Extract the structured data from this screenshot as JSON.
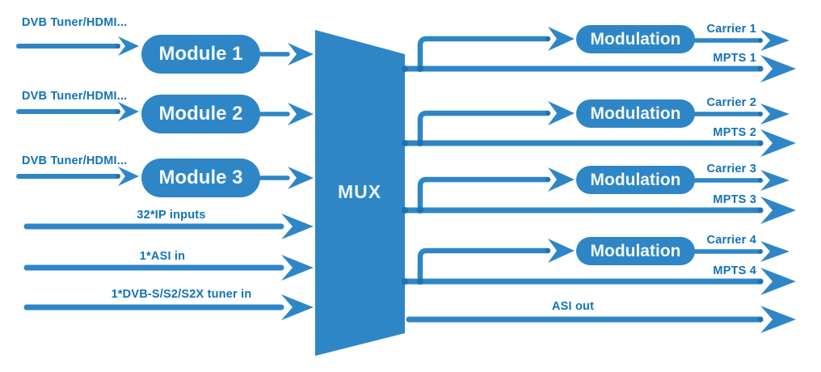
{
  "colors": {
    "primary": "#2e86c6",
    "junction": "#2171b1",
    "label_text": "#1172b9",
    "pill_text": "#f2f8fd"
  },
  "inputs": {
    "module_rows": [
      {
        "label": "DVB Tuner/HDMI...",
        "module": "Module 1"
      },
      {
        "label": "DVB Tuner/HDMI...",
        "module": "Module 2"
      },
      {
        "label": "DVB Tuner/HDMI...",
        "module": "Module 3"
      }
    ],
    "direct_rows": [
      {
        "label": "32*IP inputs"
      },
      {
        "label": "1*ASI in"
      },
      {
        "label": "1*DVB-S/S2/S2X tuner in"
      }
    ]
  },
  "mux": {
    "label": "MUX"
  },
  "outputs": {
    "modulation_rows": [
      {
        "block": "Modulation",
        "carrier": "Carrier 1",
        "mpts": "MPTS 1"
      },
      {
        "block": "Modulation",
        "carrier": "Carrier 2",
        "mpts": "MPTS 2"
      },
      {
        "block": "Modulation",
        "carrier": "Carrier 3",
        "mpts": "MPTS 3"
      },
      {
        "block": "Modulation",
        "carrier": "Carrier 4",
        "mpts": "MPTS 4"
      }
    ],
    "asi": {
      "label": "ASI out"
    }
  }
}
